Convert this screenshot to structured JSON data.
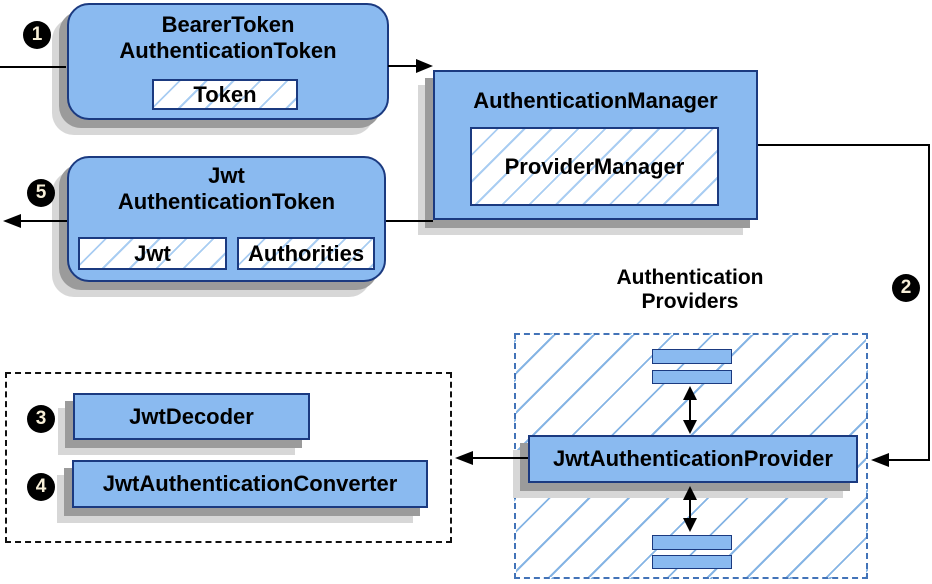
{
  "badges": {
    "step1": "1",
    "step2": "2",
    "step3": "3",
    "step4": "4",
    "step5": "5"
  },
  "nodes": {
    "bearer_token": {
      "title_line1": "BearerToken",
      "title_line2": "AuthenticationToken",
      "chip": "Token"
    },
    "authentication_manager": {
      "title": "AuthenticationManager",
      "chip": "ProviderManager"
    },
    "jwt_authentication_token": {
      "title_line1": "Jwt",
      "title_line2": "AuthenticationToken",
      "chip1": "Jwt",
      "chip2": "Authorities"
    },
    "providers_group": {
      "label_line1": "Authentication",
      "label_line2": "Providers"
    },
    "jwt_authentication_provider": {
      "title": "JwtAuthenticationProvider"
    },
    "jwt_decoder": {
      "title": "JwtDecoder"
    },
    "jwt_authentication_converter": {
      "title": "JwtAuthenticationConverter"
    }
  },
  "colors": {
    "box-fill": "#8abaf0",
    "box-border": "#1b3a80",
    "hatch-line": "#a9cdf2",
    "hatch-strong": "#85b4e4",
    "dashed-blue": "#4273b8",
    "shadow-dark": "#9b9b9b",
    "shadow-light": "#d7d7d7",
    "arrow-black": "#000000",
    "badge-bg": "#000000",
    "badge-text": "#f7efd8"
  }
}
